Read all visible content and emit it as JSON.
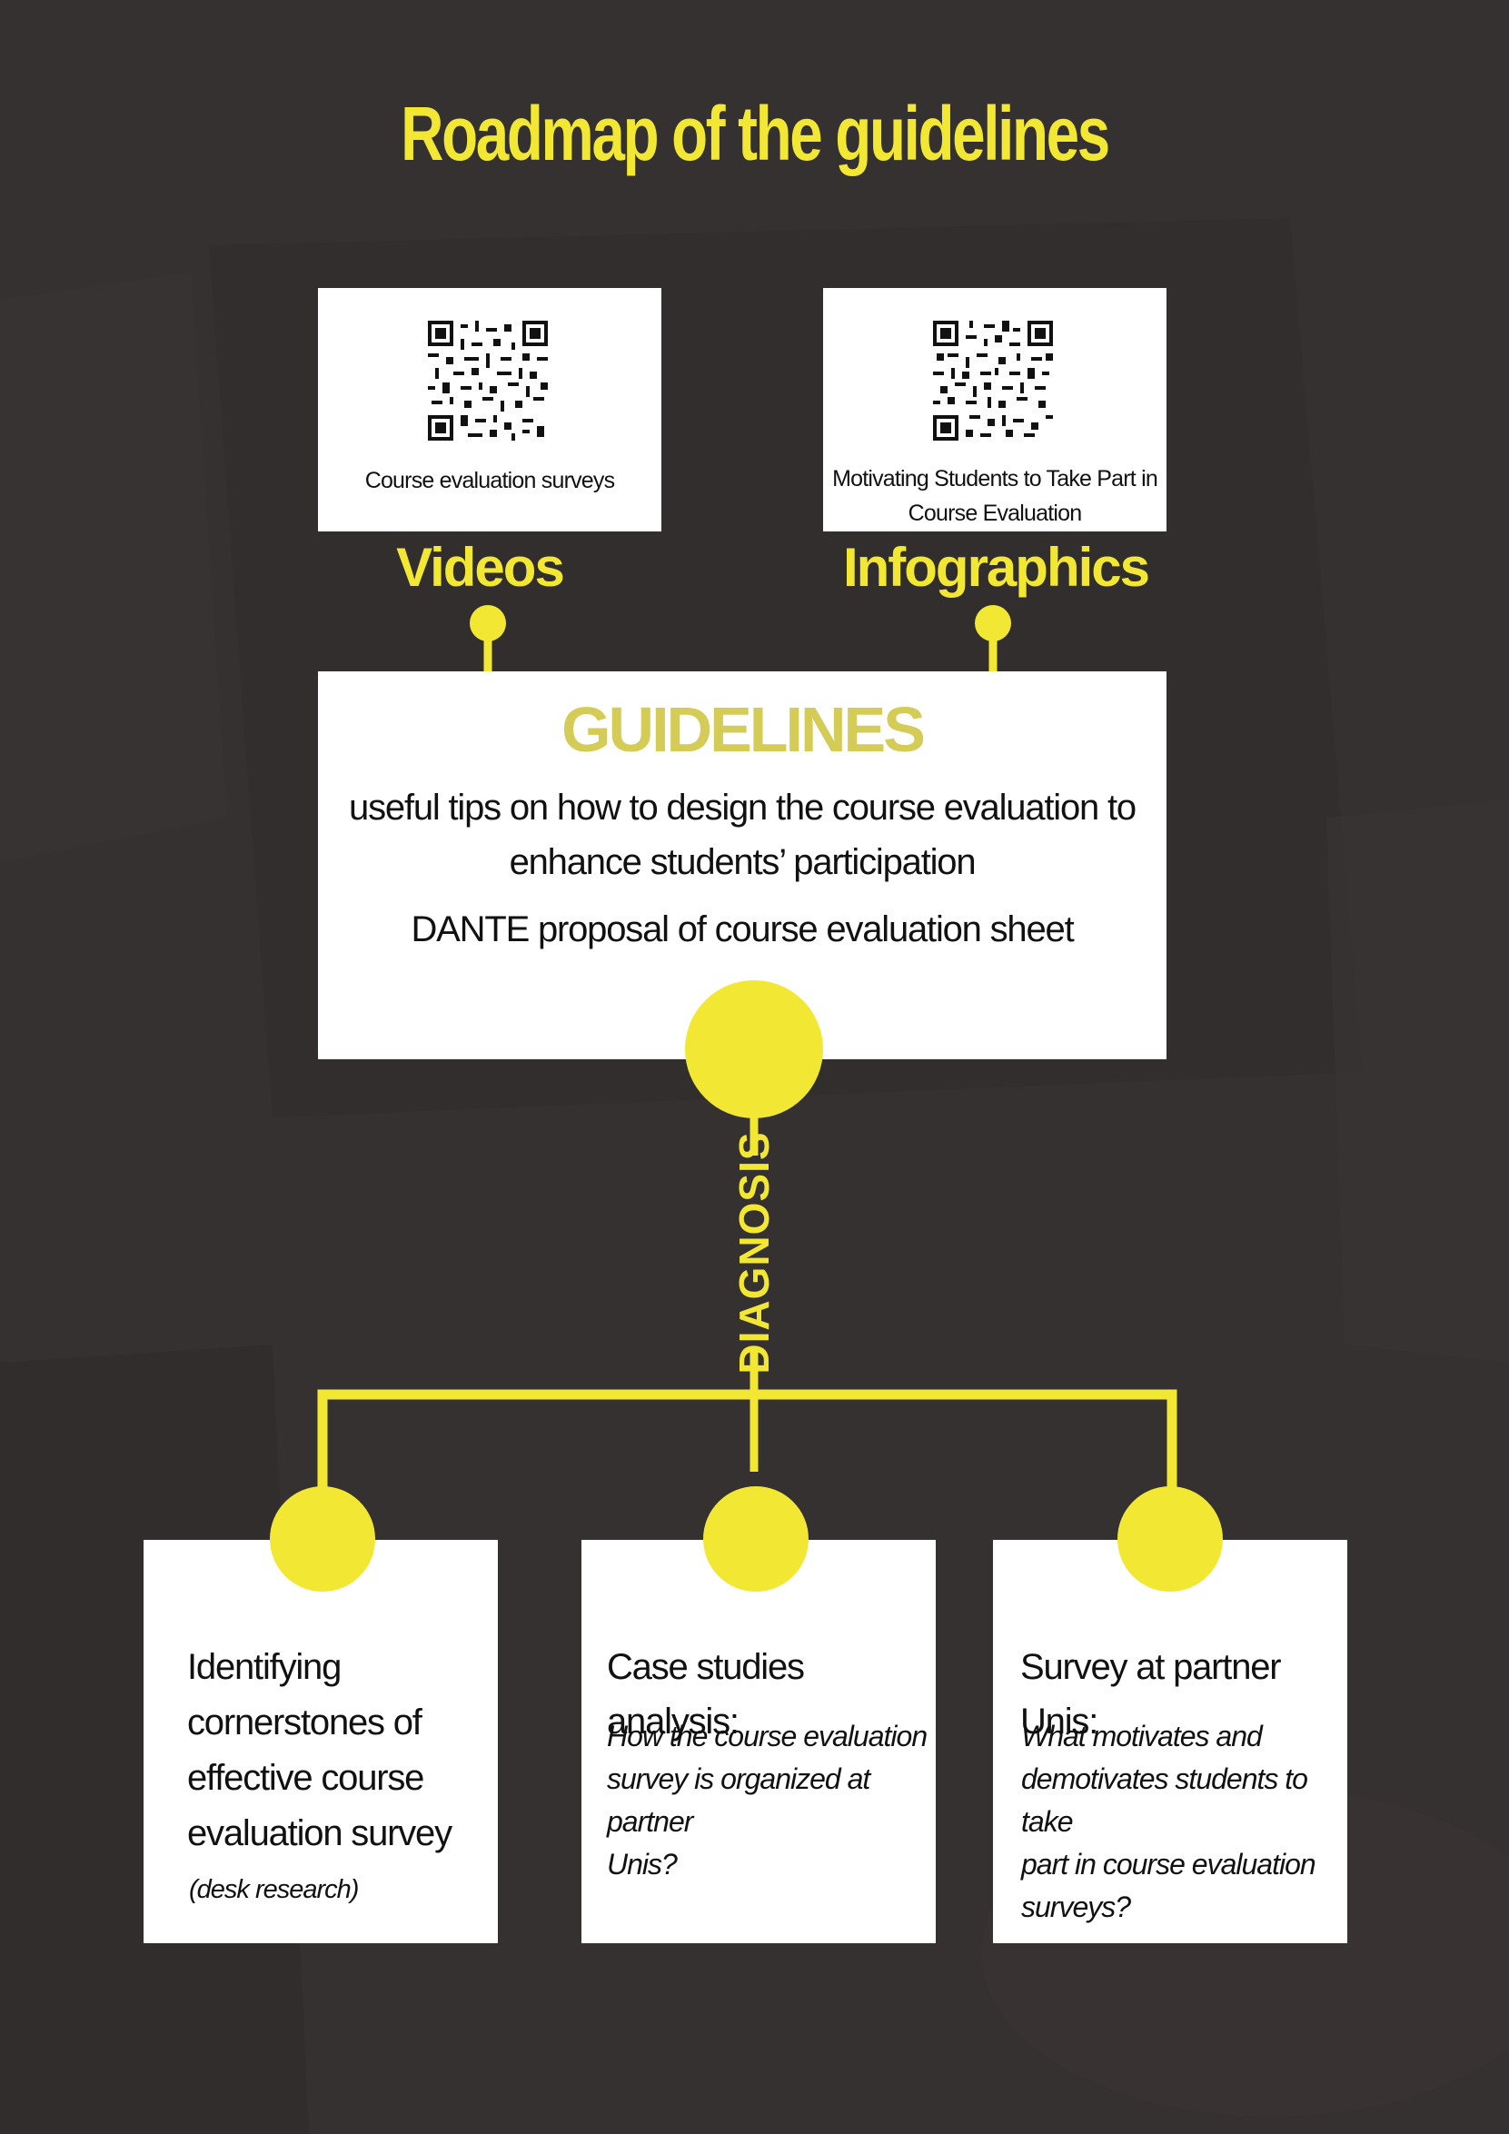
{
  "title": "Roadmap of the guidelines",
  "colors": {
    "background": "#353131",
    "accent": "#f2e833",
    "guidelines_heading": "#d4cc57",
    "card": "#ffffff",
    "text": "#111111"
  },
  "videos": {
    "label": "Videos",
    "qr_caption": "Course evaluation surveys",
    "qr_icon": "qr-code"
  },
  "infographics": {
    "label": "Infographics",
    "qr_caption_line1": "Motivating Students to Take Part in",
    "qr_caption_line2": "Course Evaluation",
    "qr_icon": "qr-code"
  },
  "guidelines": {
    "heading": "GUIDELINES",
    "tips_line1": "useful tips on how to design the course evaluation to",
    "tips_line2": "enhance students’ participation",
    "sheet": "DANTE proposal of course evaluation sheet"
  },
  "diagnosis_label": "DIAGNOSIS",
  "boxes": [
    {
      "heading_lines": [
        "Identifying",
        "cornerstones of",
        "effective course",
        "evaluation survey"
      ],
      "body_lines": [
        "(desk research)"
      ]
    },
    {
      "heading_lines": [
        "Case studies analysis:"
      ],
      "body_lines": [
        "How the course evaluation",
        "survey is organized at partner",
        "Unis?"
      ]
    },
    {
      "heading_lines": [
        "Survey at partner Unis:"
      ],
      "body_lines": [
        "What motivates and",
        "demotivates students to take",
        "part in course evaluation",
        "surveys?"
      ]
    }
  ]
}
